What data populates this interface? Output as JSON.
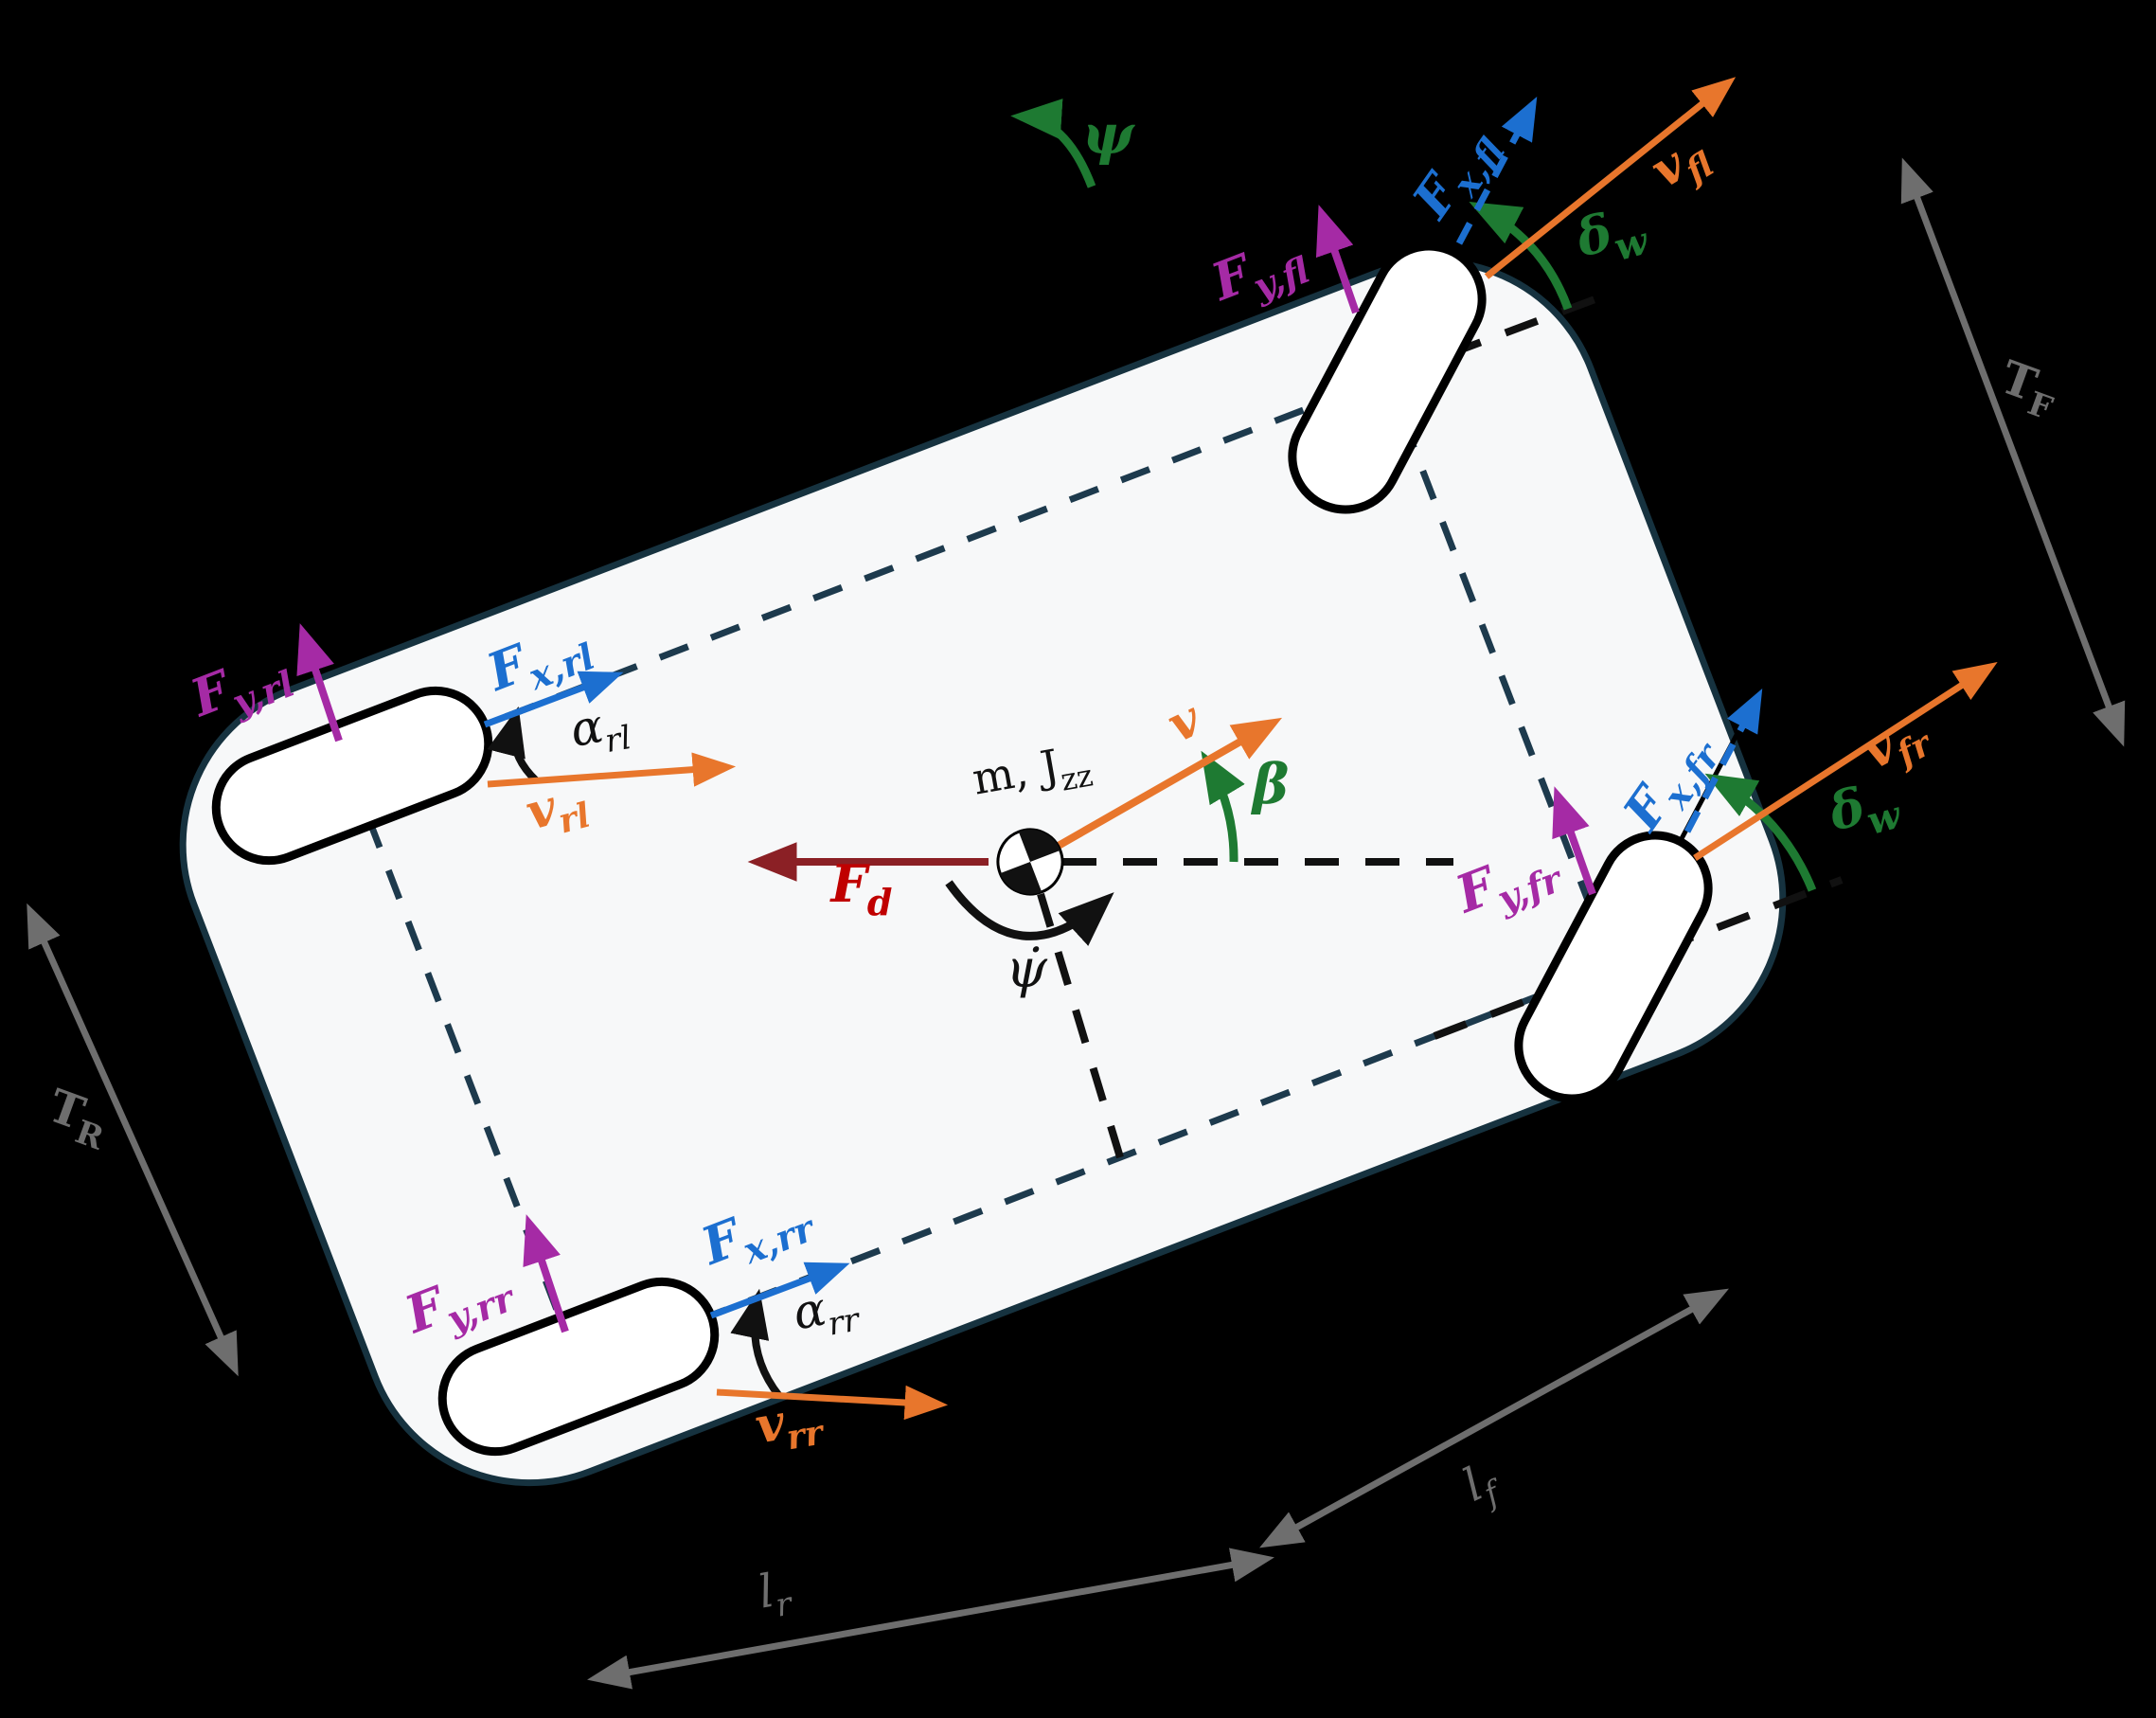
{
  "figure": {
    "title": "four-wheel vehicle dynamics free-body diagram (top view)",
    "type": "physics-diagram"
  },
  "palette": {
    "background": "#000000",
    "body_fill": "#f7f8f9",
    "body_outline": "#16323f",
    "wheel_fill": "#ffffff",
    "wheel_outline": "#000000",
    "axle_dash_teal": "#1d3a4d",
    "reference_dash_black": "#111111",
    "velocity_orange": "#e8762c",
    "longitudinal_force_blue": "#1c6fd0",
    "lateral_force_magenta": "#a52aa5",
    "angle_green": "#1e7a32",
    "drag_arrow_darkred": "#8b2025",
    "drag_label_red": "#c00000",
    "dimension_gray": "#6e6e6e"
  },
  "labels": {
    "psi": {
      "main": "ψ",
      "sub": ""
    },
    "beta": {
      "main": "β",
      "sub": ""
    },
    "psidot": {
      "main": "ψ̇",
      "sub": ""
    },
    "v": {
      "main": "v",
      "sub": ""
    },
    "v_fl": {
      "main": "v",
      "sub": "fl"
    },
    "v_fr": {
      "main": "v",
      "sub": "fr"
    },
    "v_rl": {
      "main": "v",
      "sub": "rl"
    },
    "v_rr": {
      "main": "v",
      "sub": "rr"
    },
    "F_d": {
      "main": "F",
      "sub": "d"
    },
    "Fy_fl": {
      "main": "F",
      "sub": "y,fl"
    },
    "Fx_fl": {
      "main": "F",
      "sub": "x,fl"
    },
    "Fy_fr": {
      "main": "F",
      "sub": "y,fr"
    },
    "Fx_fr": {
      "main": "F",
      "sub": "x,fr"
    },
    "Fy_rl": {
      "main": "F",
      "sub": "y,rl"
    },
    "Fx_rl": {
      "main": "F",
      "sub": "x,rl"
    },
    "Fy_rr": {
      "main": "F",
      "sub": "y,rr"
    },
    "Fx_rr": {
      "main": "F",
      "sub": "x,rr"
    },
    "alpha_rl": {
      "main": "α",
      "sub": "rl"
    },
    "alpha_rr": {
      "main": "α",
      "sub": "rr"
    },
    "delta_w_fl": {
      "main": "δ",
      "sub": "w"
    },
    "delta_w_fr": {
      "main": "δ",
      "sub": "w"
    },
    "m_Jzz": {
      "main": "m, J",
      "sub": "zz"
    },
    "T_F": {
      "main": "T",
      "sub": "F"
    },
    "T_R": {
      "main": "T",
      "sub": "R"
    },
    "l_f": {
      "main": "l",
      "sub": "f"
    },
    "l_r": {
      "main": "l",
      "sub": "r"
    }
  }
}
